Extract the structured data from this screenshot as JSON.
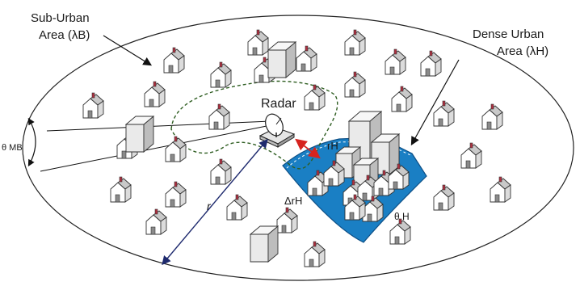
{
  "labels": {
    "suburban_line1": "Sub-Urban",
    "suburban_line2": "Area (λB)",
    "dense_line1": "Dense Urban",
    "dense_line2": "Area (λH)",
    "radar": "Radar",
    "r_h": "rH",
    "theta_mb": "θ MB",
    "r": "r",
    "delta_rh": "ΔrH",
    "theta_h": "θ H"
  },
  "colors": {
    "dense_zone_fill": "#1a7fc4",
    "dense_zone_edge": "#0d4f86",
    "beam_outline": "#2f5e22",
    "r_h_arrow": "#d6231f",
    "r_arrow": "#1e2a6e",
    "house_body": "#ffffff",
    "house_roof": "#c9c9c9",
    "chimney": "#b03040",
    "tower_front": "#eaeaea",
    "tower_side": "#bdbdbd",
    "tower_top": "#f5f5f5"
  },
  "icons": {
    "house": "house-icon",
    "tower": "building-icon",
    "radar": "radar-dish-icon"
  }
}
